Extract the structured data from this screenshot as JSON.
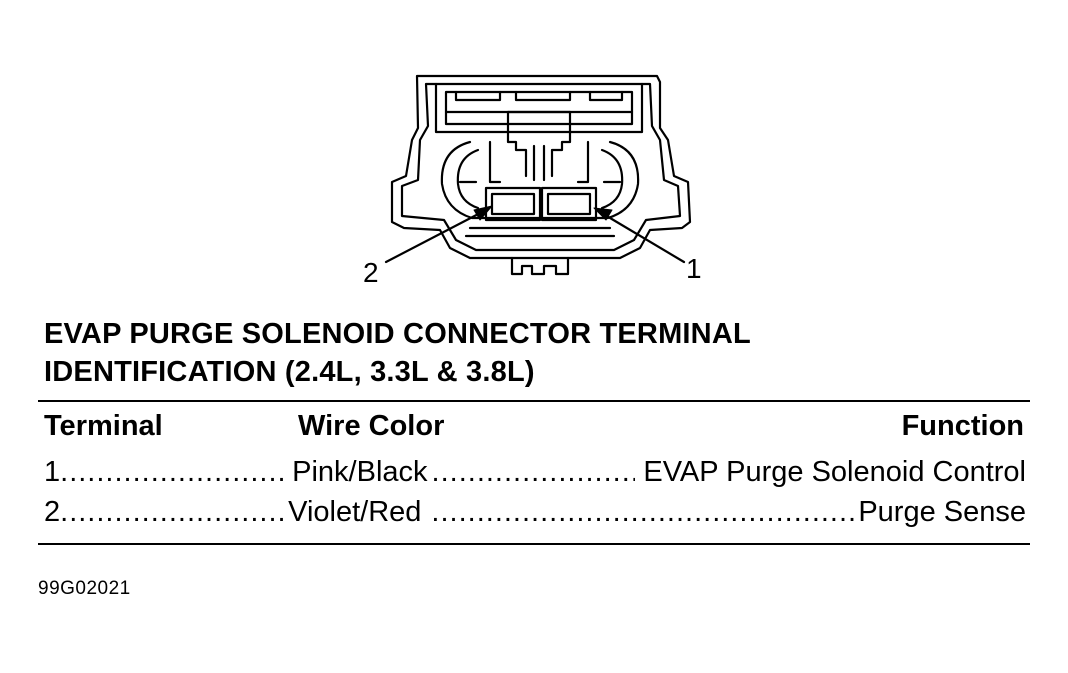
{
  "diagram": {
    "callouts": [
      "2",
      "1"
    ]
  },
  "title": {
    "line1": "EVAP PURGE SOLENOID CONNECTOR TERMINAL",
    "line2": "IDENTIFICATION (2.4L, 3.3L & 3.8L)"
  },
  "table": {
    "headers": {
      "terminal": "Terminal",
      "wire_color": "Wire Color",
      "function": "Function"
    },
    "rows": [
      {
        "terminal": "1",
        "wire_color": "Pink/Black",
        "function": "EVAP Purge Solenoid Control"
      },
      {
        "terminal": "2",
        "wire_color": "Violet/Red",
        "function": "Purge Sense"
      }
    ]
  },
  "figure_id": "99G02021"
}
